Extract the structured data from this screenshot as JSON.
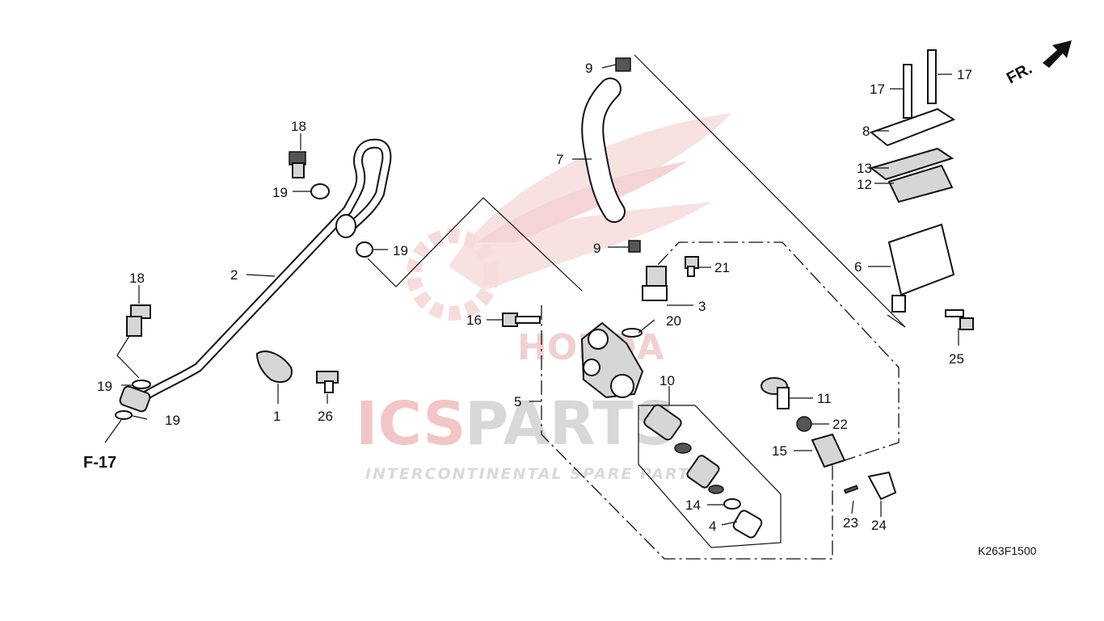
{
  "diagram": {
    "fr_label": "FR.",
    "f_ref": "F-17",
    "drawing_code": "K263F1500",
    "callouts": {
      "c1": "1",
      "c2": "2",
      "c3": "3",
      "c4": "4",
      "c5": "5",
      "c6": "6",
      "c7": "7",
      "c8": "8",
      "c9a": "9",
      "c9b": "9",
      "c10": "10",
      "c11": "11",
      "c12": "12",
      "c13": "13",
      "c14": "14",
      "c15": "15",
      "c16": "16",
      "c17a": "17",
      "c17b": "17",
      "c18a": "18",
      "c18b": "18",
      "c19a": "19",
      "c19b": "19",
      "c19c": "19",
      "c19d": "19",
      "c20": "20",
      "c21": "21",
      "c22": "22",
      "c23": "23",
      "c24": "24",
      "c25": "25",
      "c26": "26"
    }
  },
  "watermark": {
    "brand_left": "ICS",
    "brand_right": "PARTS",
    "tagline": "INTERCONTINENTAL SPARE PARTS",
    "logo_text": "HONDA"
  },
  "colors": {
    "watermark_red": "#e88c8c",
    "watermark_grey": "#d9d9d9",
    "line": "#111111"
  }
}
